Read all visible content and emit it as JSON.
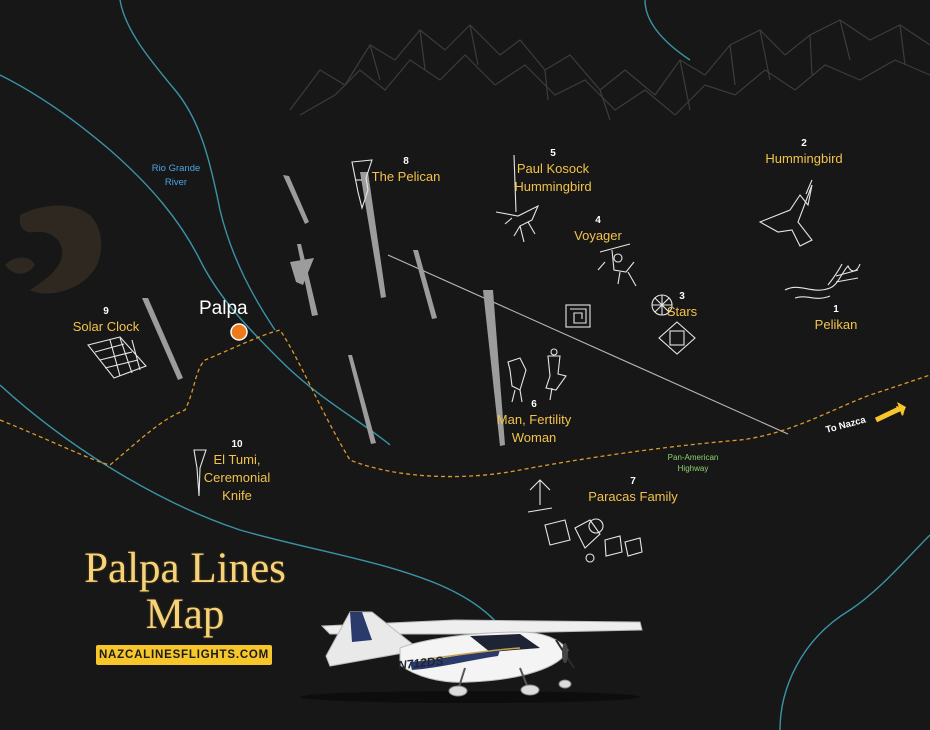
{
  "map": {
    "title_line1": "Palpa Lines",
    "title_line2": "Map",
    "website": "NAZCALINESFLIGHTS.COM",
    "river": {
      "line1": "Rio Grande",
      "line2": "River"
    },
    "highway": {
      "line1": "Pan-American",
      "line2": "Highway"
    },
    "town": "Palpa",
    "direction": "To Nazca",
    "aircraft_registration": "N712DS",
    "colors": {
      "background": "#171718",
      "label": "#f2c34b",
      "river": "#3a93a6",
      "road": "#d99a2b",
      "town_marker": "#ef7a1a",
      "lines": "#9c9c9c",
      "mountains": "#3c3c3c"
    },
    "figures": [
      {
        "num": "1",
        "name1": "Pelikan",
        "name2": ""
      },
      {
        "num": "2",
        "name1": "Hummingbird",
        "name2": ""
      },
      {
        "num": "3",
        "name1": "Stars",
        "name2": ""
      },
      {
        "num": "4",
        "name1": "Voyager",
        "name2": ""
      },
      {
        "num": "5",
        "name1": "Paul Kosock",
        "name2": "Hummingbird"
      },
      {
        "num": "6",
        "name1": "Man, Fertility",
        "name2": "Woman"
      },
      {
        "num": "7",
        "name1": "Paracas Family",
        "name2": ""
      },
      {
        "num": "8",
        "name1": "The Pelican",
        "name2": ""
      },
      {
        "num": "9",
        "name1": "Solar Clock",
        "name2": ""
      },
      {
        "num": "10",
        "name1": "El Tumi,",
        "name2": "Ceremonial",
        "name3": "Knife"
      }
    ]
  }
}
